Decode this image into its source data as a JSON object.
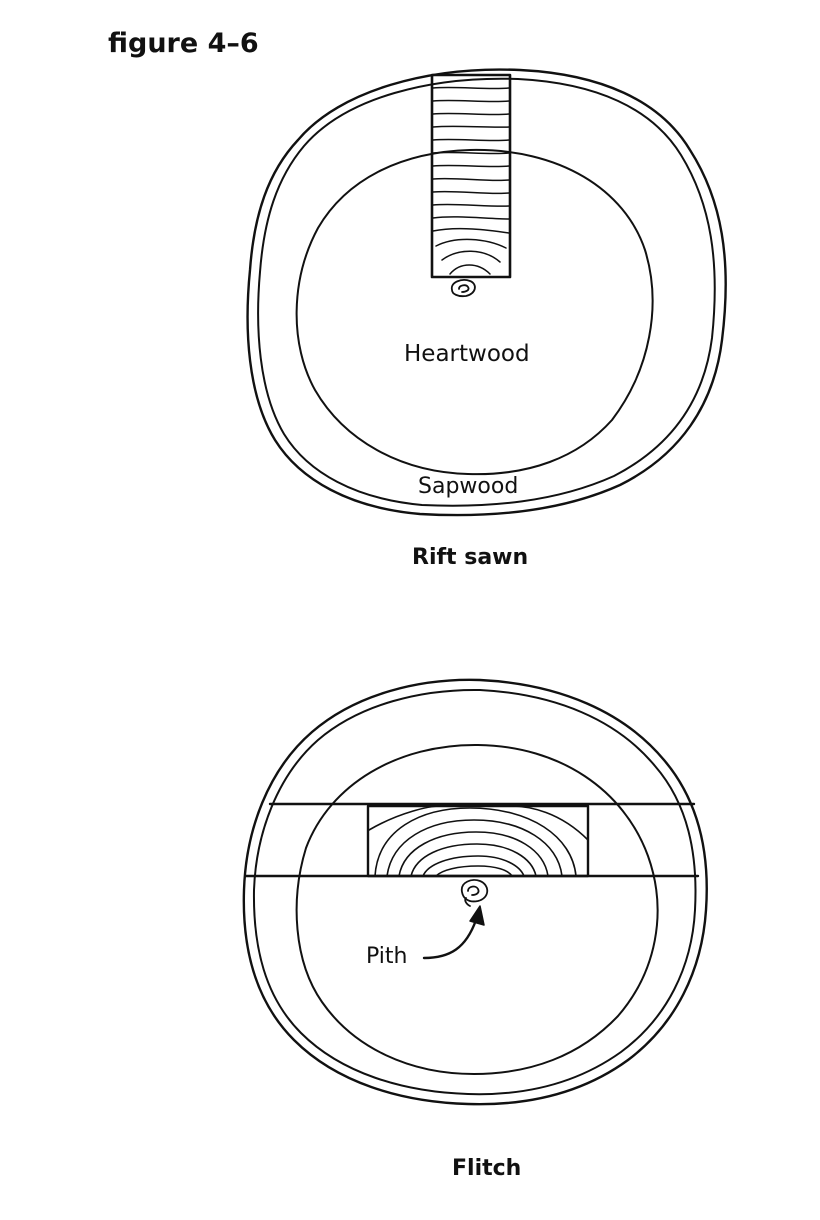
{
  "figure": {
    "title": "figure 4–6"
  },
  "diagrams": [
    {
      "caption": "Rift sawn",
      "labels": {
        "heartwood": "Heartwood",
        "sapwood": "Sapwood"
      }
    },
    {
      "caption": "Flitch",
      "labels": {
        "pith": "Pith"
      }
    }
  ],
  "colors": {
    "ink": "#111111",
    "paper": "#ffffff"
  }
}
